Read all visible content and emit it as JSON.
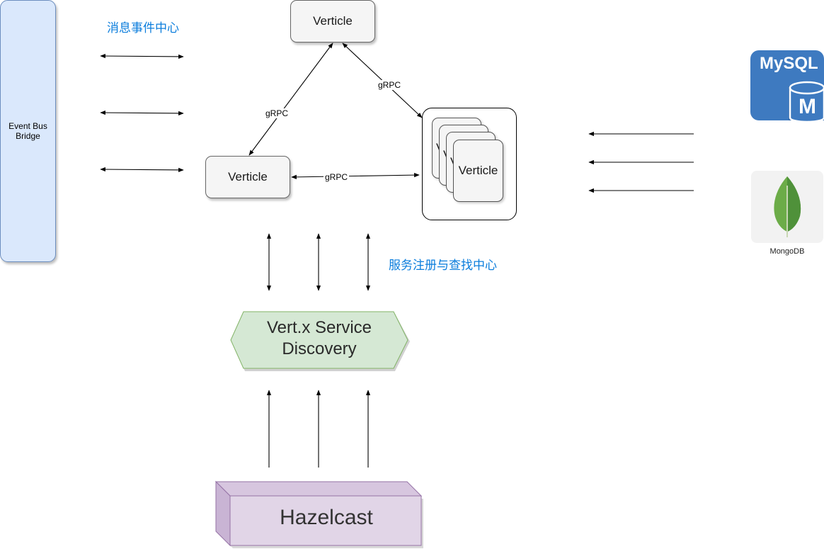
{
  "event_bus": {
    "line1": "Event Bus",
    "line2": "Bridge"
  },
  "labels": {
    "message_center": "消息事件中心",
    "service_registry": "服务注册与查找中心",
    "grpc_left": "gRPC",
    "grpc_right": "gRPC",
    "grpc_bottom": "gRPC"
  },
  "nodes": {
    "verticle_top": "Verticle",
    "verticle_left": "Verticle",
    "verticle_stack_front": "Verticle",
    "verticle_stack_back_1": "V",
    "verticle_stack_back_2": "V",
    "verticle_stack_back_3": "V",
    "service_discovery": "Vert.x Service Discovery",
    "hazelcast": "Hazelcast"
  },
  "databases": {
    "mysql": "MySQL",
    "mysql_badge": "M",
    "mongodb": "MongoDB"
  },
  "colors": {
    "accent_blue": "#0b7ddc",
    "bus_fill": "#dae8fc",
    "discovery_fill": "#d5e8d4",
    "hazelcast_fill": "#e1d5e7",
    "mysql_blue": "#3e7ac0",
    "mongo_green": "#6cac48"
  }
}
